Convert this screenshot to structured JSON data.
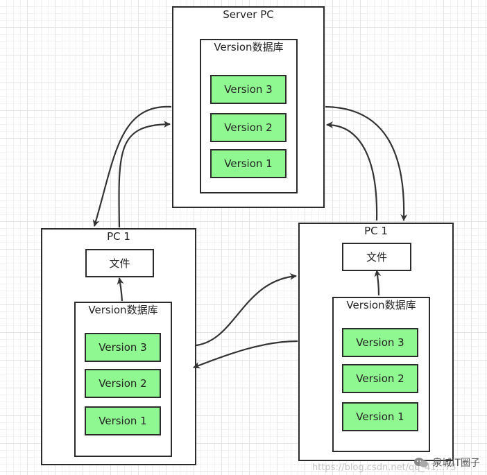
{
  "server": {
    "title": "Server PC",
    "db_title": "Version数据库",
    "versions": [
      "Version 3",
      "Version 2",
      "Version 1"
    ]
  },
  "pc_left": {
    "title": "PC 1",
    "file_label": "文件",
    "db_title": "Version数据库",
    "versions": [
      "Version 3",
      "Version 2",
      "Version 1"
    ]
  },
  "pc_right": {
    "title": "PC 1",
    "file_label": "文件",
    "db_title": "Version数据库",
    "versions": [
      "Version 3",
      "Version 2",
      "Version 1"
    ]
  },
  "watermark": {
    "brand": "泉城IT圈子",
    "url": "https://blog.csdn.net/qq_41...73"
  },
  "colors": {
    "version_fill": "#90f890",
    "border": "#2b2b2b",
    "arrow": "#333333"
  }
}
